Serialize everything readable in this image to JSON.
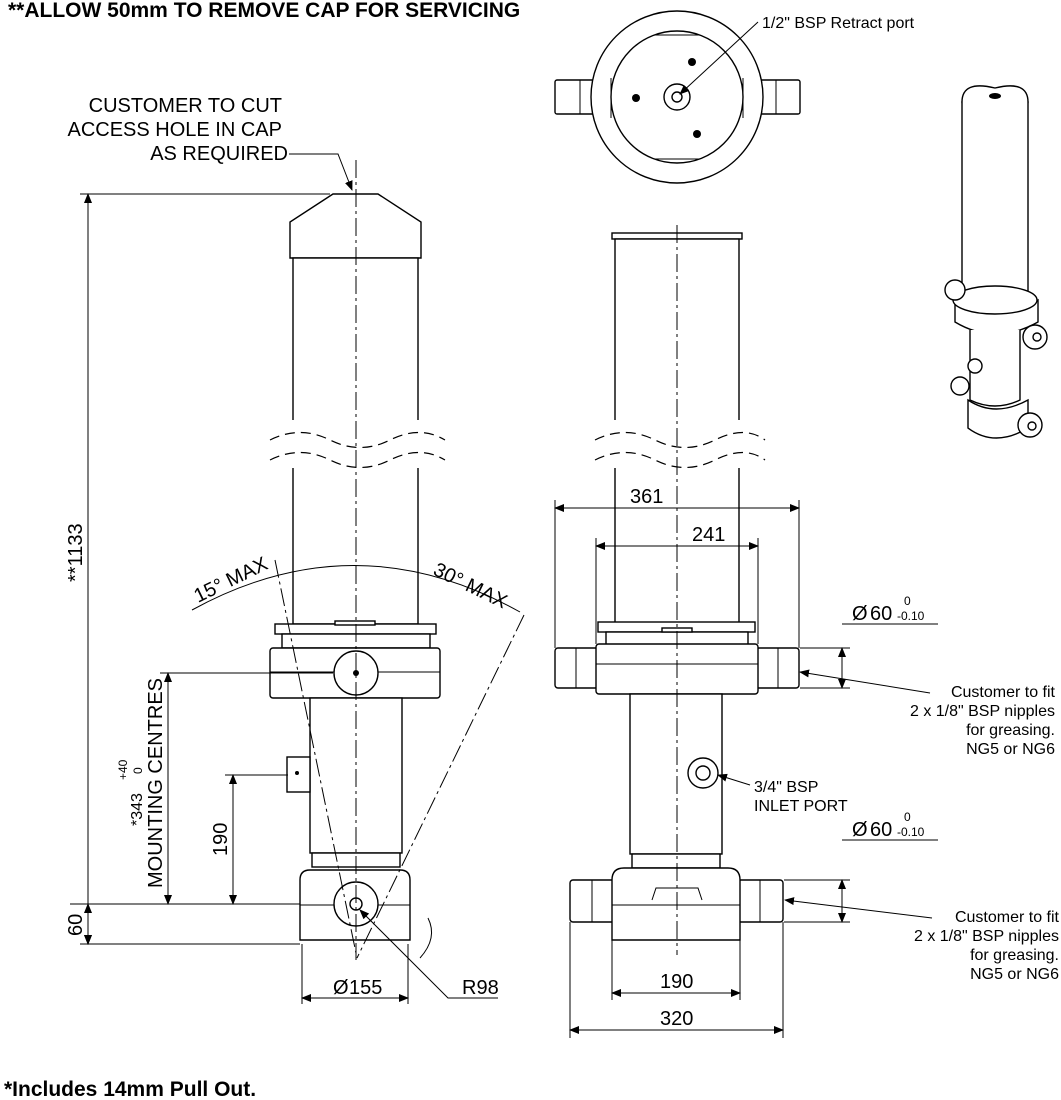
{
  "notes": {
    "top": "**ALLOW 50mm TO REMOVE CAP FOR SERVICING",
    "bottom": "*Includes 14mm Pull Out."
  },
  "callouts": {
    "cap_line1": "CUSTOMER TO CUT",
    "cap_line2": "ACCESS HOLE IN CAP",
    "cap_line3": "AS REQUIRED",
    "retract_port": "1/2\" BSP Retract port",
    "inlet_line1": "3/4\" BSP",
    "inlet_line2": "INLET PORT",
    "grease_upper": [
      "Customer to fit",
      "2 x 1/8\" BSP nipples",
      "for greasing.",
      "NG5 or NG6"
    ],
    "grease_lower": [
      "Customer to fit",
      "2 x 1/8\" BSP nipples",
      "for greasing.",
      "NG5 or NG6"
    ]
  },
  "dimensions": {
    "overall": "**1133",
    "mounting_value": "*343",
    "mounting_tol_upper": "+40",
    "mounting_tol_lower": "0",
    "mounting_label": "MOUNTING CENTRES",
    "d190_side": "190",
    "d60_side": "60",
    "d155": "155",
    "r98": "R98",
    "angle_left": "15° MAX",
    "angle_right": "30° MAX",
    "d361": "361",
    "d241": "241",
    "d190_front": "190",
    "d320": "320",
    "pin_upper": "60",
    "pin_lower": "60",
    "pin_tol_upper": "0",
    "pin_tol_lower": "-0.10",
    "dia_symbol": "Ø"
  }
}
